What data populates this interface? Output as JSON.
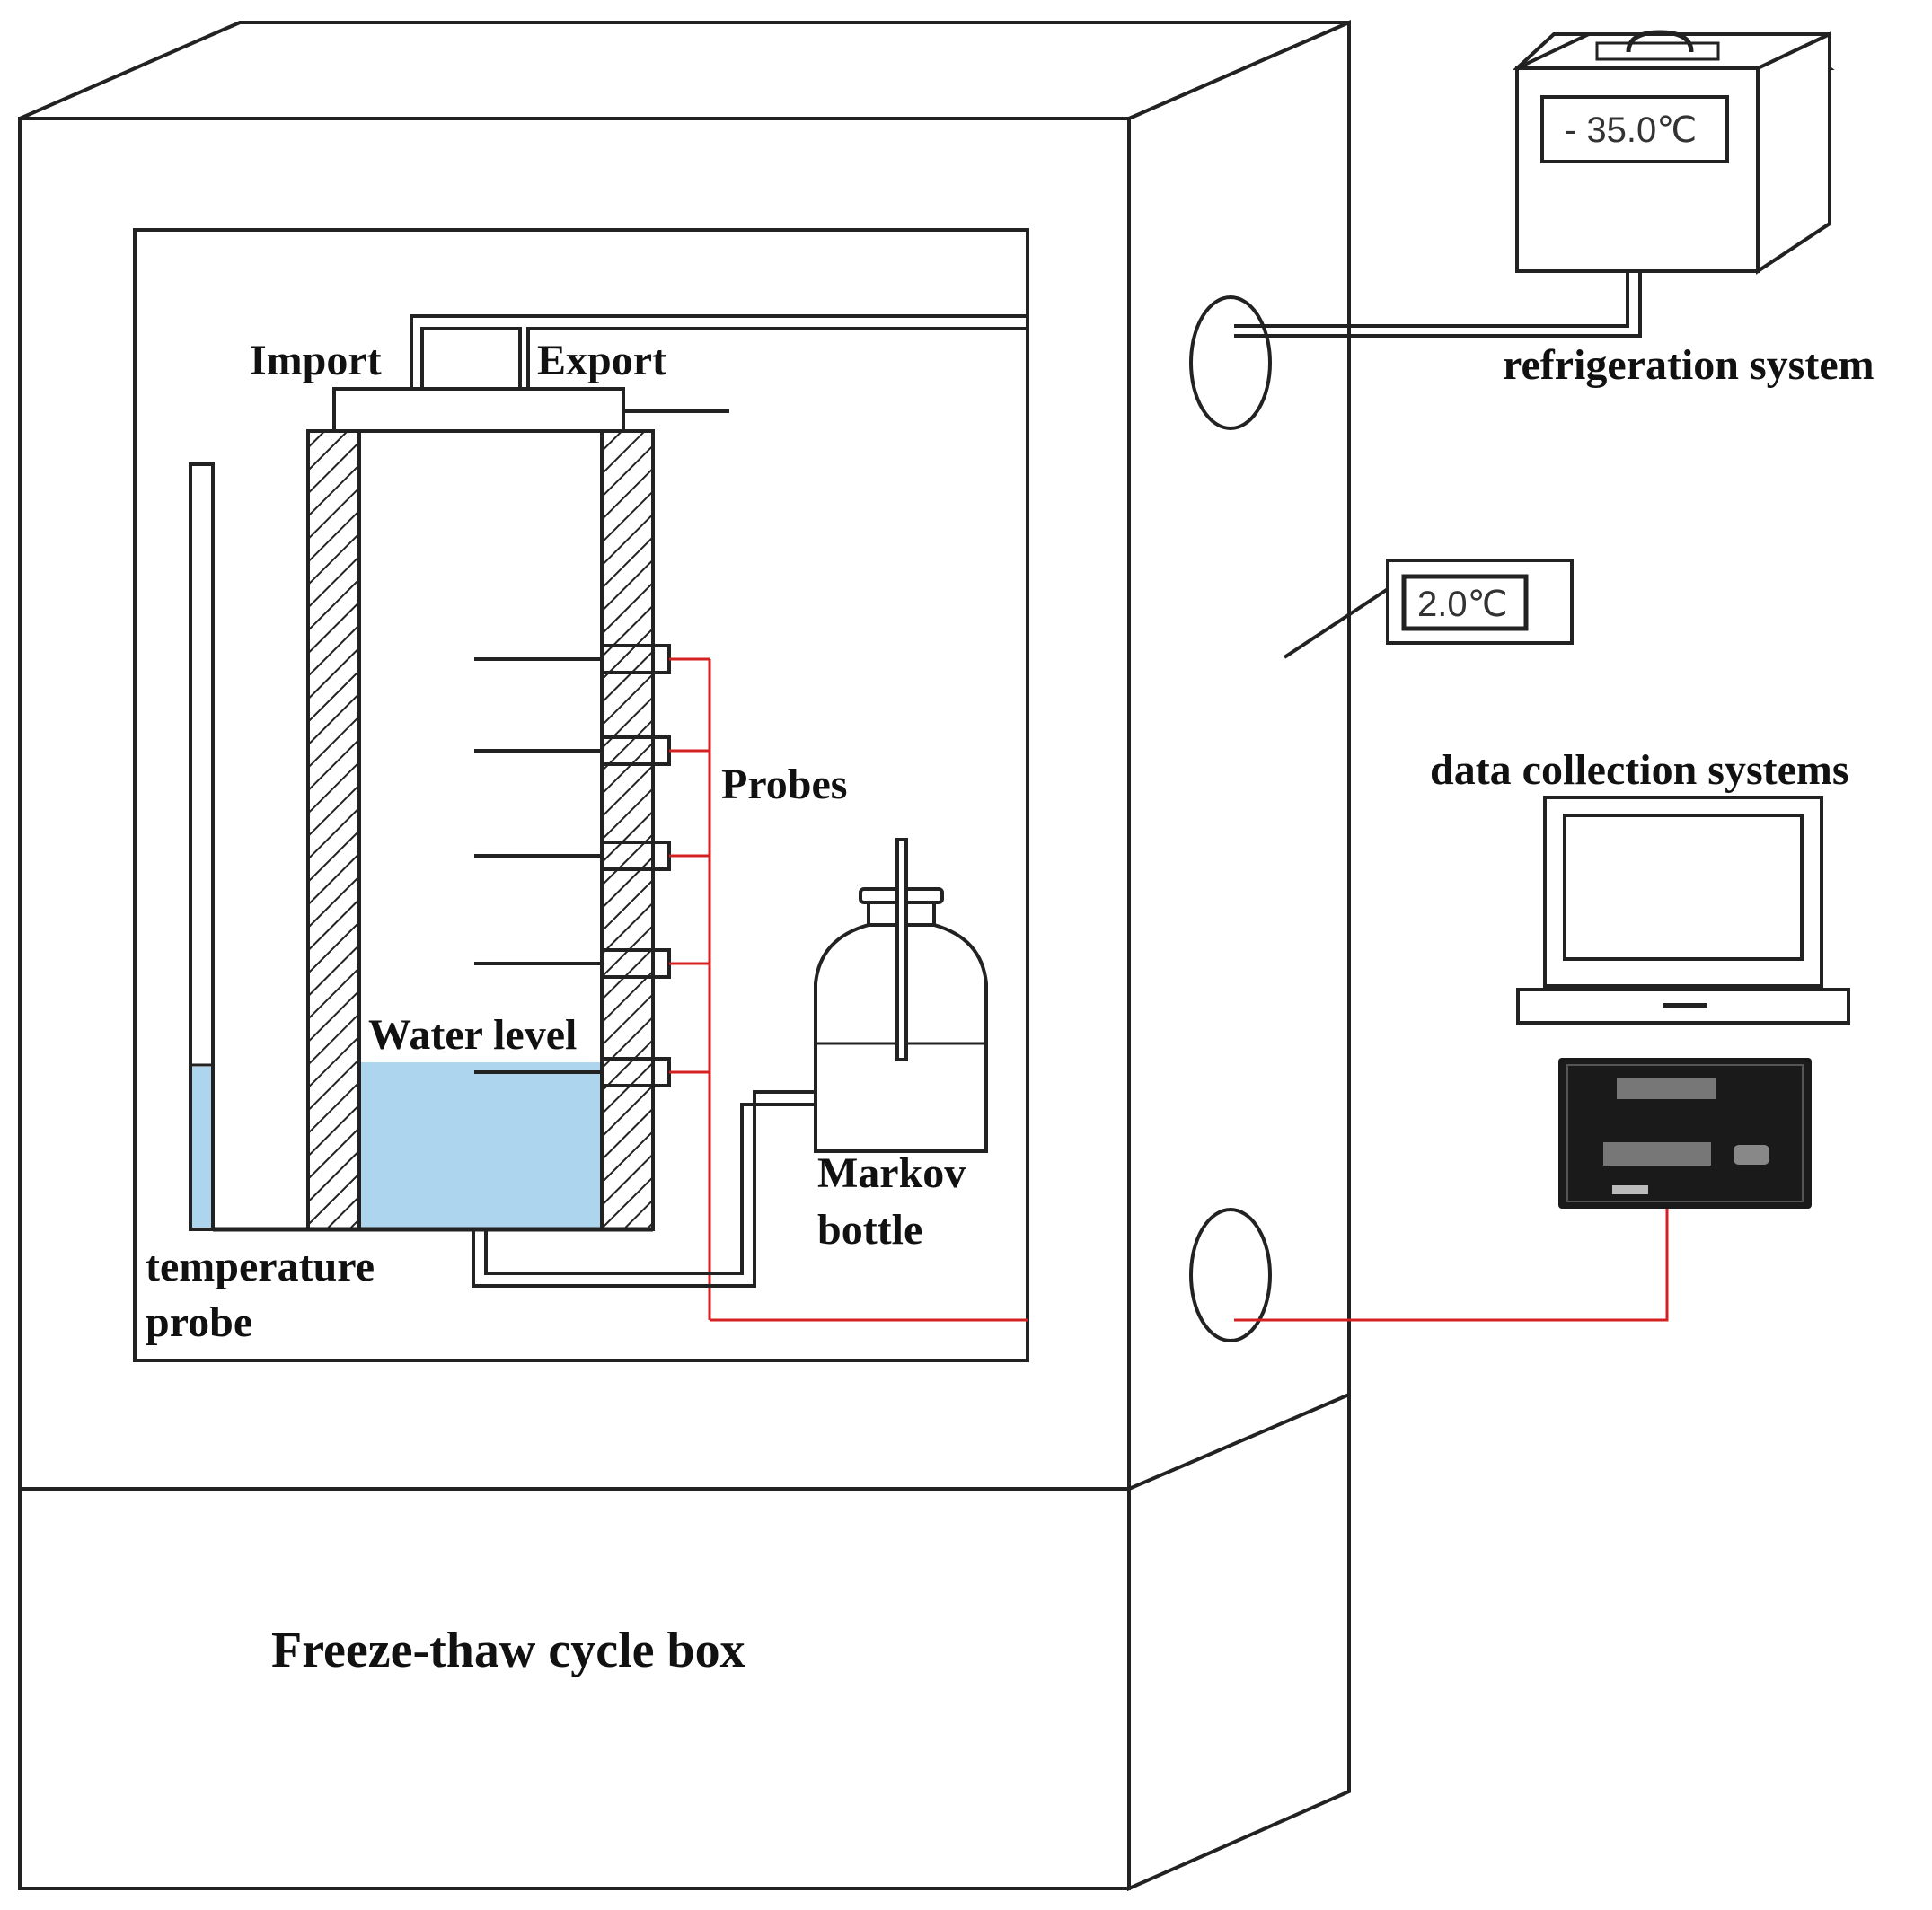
{
  "labels": {
    "import": "Import",
    "export": "Export",
    "probes": "Probes",
    "water_level": "Water level",
    "markov_line1": "Markov",
    "markov_line2": "bottle",
    "temp_probe_line1": "temperature",
    "temp_probe_line2": "probe",
    "refrigeration": "refrigeration system",
    "data_collection": "data collection systems",
    "box_title": "Freeze-thaw cycle box"
  },
  "displays": {
    "refrigeration_temp": "- 35.0℃",
    "box_temp": "2.0℃"
  },
  "colors": {
    "outline": "#222222",
    "water": "#add6ee",
    "signal_wire": "#d42020",
    "logger_body": "#1a1a1a"
  }
}
